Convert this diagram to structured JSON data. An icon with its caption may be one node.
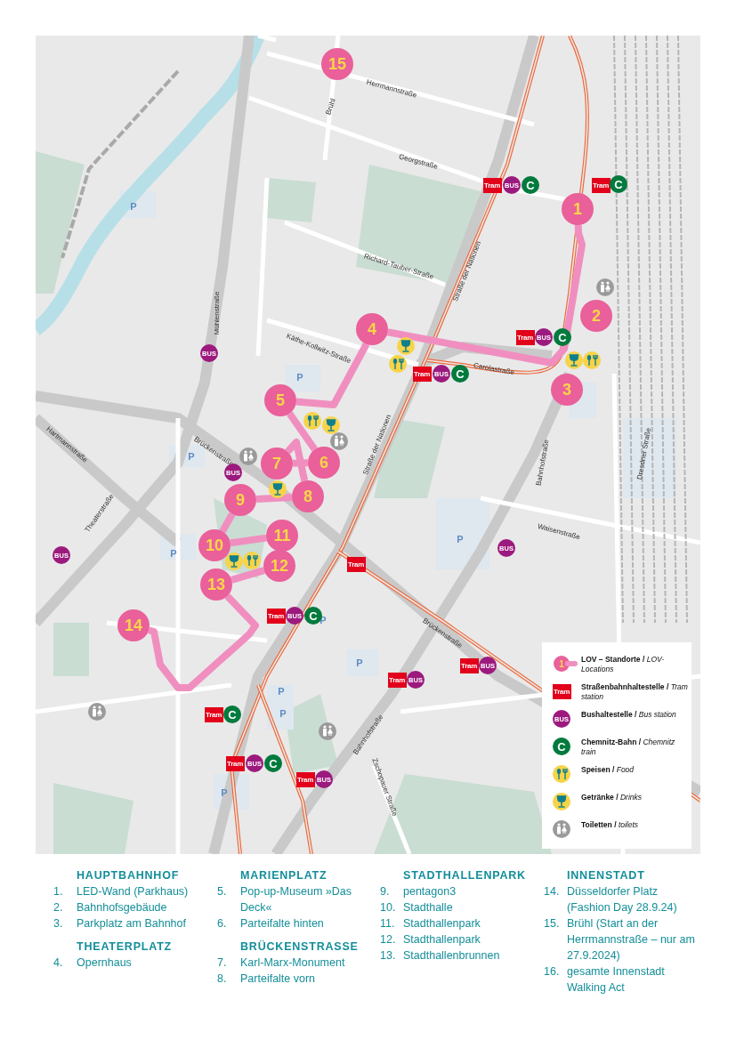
{
  "diagram": {
    "nodes": [
      {
        "text": [
          "1"
        ]
      },
      {
        "text": [
          "2"
        ]
      },
      {
        "text": [
          "3"
        ]
      },
      {
        "text": [
          "4"
        ]
      },
      {
        "text": [
          "5"
        ]
      },
      {
        "text": [
          "6"
        ]
      },
      {
        "text": [
          "7"
        ]
      },
      {
        "text": [
          "8"
        ]
      },
      {
        "text": [
          "9"
        ]
      },
      {
        "text": [
          "10"
        ]
      },
      {
        "text": [
          "11"
        ]
      },
      {
        "text": [
          "12"
        ]
      },
      {
        "text": [
          "13"
        ]
      },
      {
        "text": [
          "14"
        ]
      },
      {
        "text": [
          "15"
        ]
      }
    ],
    "edges": [
      {
        "from": 0,
        "to": 3,
        "arrow": "none"
      },
      {
        "from": 3,
        "to": 4,
        "arrow": "none"
      },
      {
        "from": 4,
        "to": 5,
        "arrow": "none"
      },
      {
        "from": 5,
        "to": 6,
        "arrow": "none"
      },
      {
        "from": 6,
        "to": 7,
        "arrow": "none"
      },
      {
        "from": 7,
        "to": 8,
        "arrow": "none"
      },
      {
        "from": 8,
        "to": 9,
        "arrow": "none"
      },
      {
        "from": 9,
        "to": 10,
        "arrow": "none"
      },
      {
        "from": 11,
        "to": 12,
        "arrow": "none"
      },
      {
        "from": 12,
        "to": 13,
        "arrow": "none"
      }
    ],
    "labels": [
      "Herrmannstraße",
      "Brühl",
      "Georgstraße",
      "Richard-Tauber-Straße",
      "Straße der Nationen",
      "Mühlenstraße",
      "Käthe-Kollwitz-Straße",
      "Carolastraße",
      "Hartmannstraße",
      "Straße der Nationen",
      "Brückenstraße",
      "Bahnhofstraße",
      "Dresdner Straße",
      "Theaterstraße",
      "Waisenstraße",
      "Brückenstraße",
      "Bahnhofstraße",
      "Zschopauer Straße",
      "P",
      "P",
      "P",
      "P",
      "P",
      "P",
      "P",
      "P",
      "P",
      "P",
      "Tram",
      "BUS",
      "C",
      "Tram",
      "C",
      "BUS",
      "Tram",
      "BUS",
      "C",
      "Tram",
      "BUS",
      "C",
      "BUS",
      "BUS",
      "BUS",
      "Tram",
      "Tram",
      "BUS",
      "C",
      "Tram",
      "BUS",
      "Tram",
      "BUS",
      "Tram",
      "C",
      "Tram",
      "BUS",
      "C",
      "Tram",
      "BUS",
      "1",
      "Tram",
      "BUS",
      "C",
      "HAUPTBAHNHOF",
      "1.",
      "LED-Wand (Parkhaus)",
      "2.",
      "Bahnhofsgebäude",
      "3.",
      "Parkplatz am Bahnhof",
      "THEATERPLATZ",
      "4.",
      "Opernhaus",
      "MARIENPLATZ",
      "5.",
      "Pop-up-Museum »Das Deck«",
      "6.",
      "Parteifalte hinten",
      "BRÜCKENSTRASSE",
      "7.",
      "Karl-Marx-Monument",
      "8.",
      "Parteifalte vorn",
      "STADTHALLENPARK",
      "9.",
      "pentagon3",
      "10.",
      "Stadthalle",
      "11.",
      "Stadthallenpark",
      "12.",
      "Stadthallenpark",
      "13.",
      "Stadthallenbrunnen",
      "INNENSTADT",
      "14.",
      "Düsseldorfer Platz (Fashion Day 28.9.24)",
      "15.",
      "Brühl (Start an der Herrmannstraße – nur am 27.9.2024)",
      "16.",
      "gesamte Innenstadt Walking Act"
    ],
    "legend": [
      {
        "text": "**LOV – Standorte /** *LOV-Locations*"
      },
      {
        "text": "**Straßenbahnhaltestelle /** *Tram station*"
      },
      {
        "text": "**Bushaltestelle /** *Bus station*"
      },
      {
        "text": "**Chemnitz-Bahn /** *Chemnitz train*"
      },
      {
        "text": "**Speisen /** *Food*"
      },
      {
        "text": "**Getränke /** *Drinks*"
      },
      {
        "text": "**Toiletten /** *toilets*"
      }
    ]
  }
}
